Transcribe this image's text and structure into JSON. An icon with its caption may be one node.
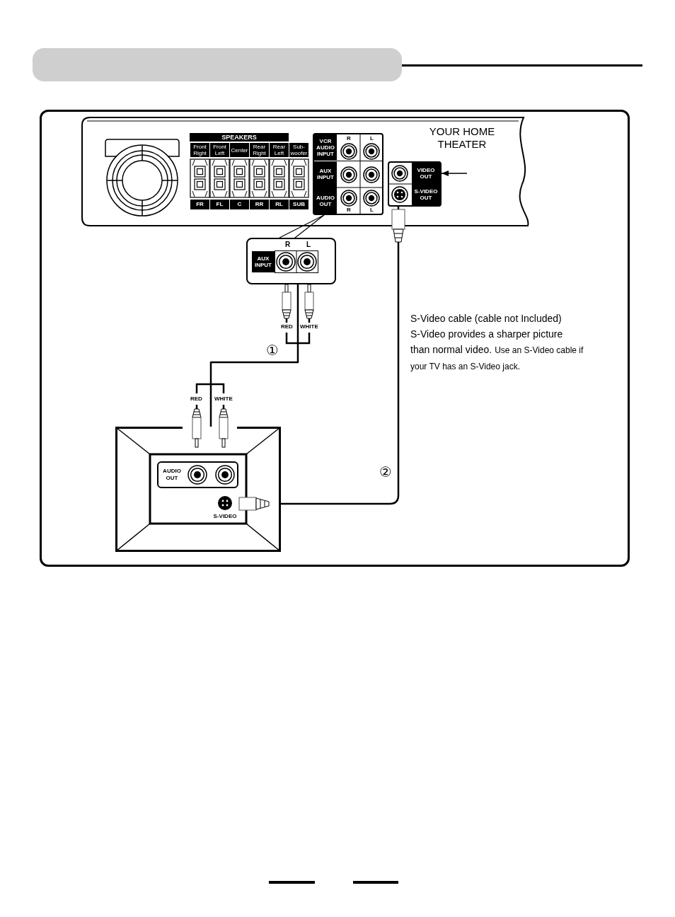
{
  "diagram": {
    "nodes": [
      {
        "text": [
          "YOUR HOME THEATER"
        ]
      },
      {
        "text": [
          "SPEAKERS",
          "Front Right",
          "Front Left",
          "Center",
          "Rear Right",
          "Rear Left",
          "Sub-woofer",
          "FR",
          "FL",
          "C",
          "RR",
          "RL",
          "SUB"
        ],
        "in": 0
      },
      {
        "text": [
          "VCR AUDIO INPUT",
          "AUX INPUT",
          "AUDIO OUT",
          "R",
          "L",
          "R",
          "L"
        ],
        "in": 0
      },
      {
        "text": [
          "VIDEO OUT",
          "S-VIDEO OUT"
        ],
        "in": 0
      },
      {
        "text": [
          "R",
          "L",
          "AUX INPUT"
        ]
      },
      {
        "text": [
          "AUDIO OUT",
          "S-VIDEO"
        ]
      }
    ],
    "edges": [
      {
        "from": 4,
        "to": 2,
        "arrow": "none"
      },
      {
        "from": 4,
        "to": 5,
        "arrow": "none",
        "label": "①"
      },
      {
        "from": 3,
        "to": 5,
        "arrow": "none",
        "label": "②"
      },
      {
        "from": null,
        "to": 3,
        "arrow": "to"
      }
    ],
    "labels": [
      "S-Video cable (cable not Included)",
      "RED",
      "WHITE",
      "S-Video provides a sharper picture than normal video.",
      "Use an S-Video cable if your TV has an S-Video jack.",
      "RED",
      "WHITE"
    ]
  }
}
